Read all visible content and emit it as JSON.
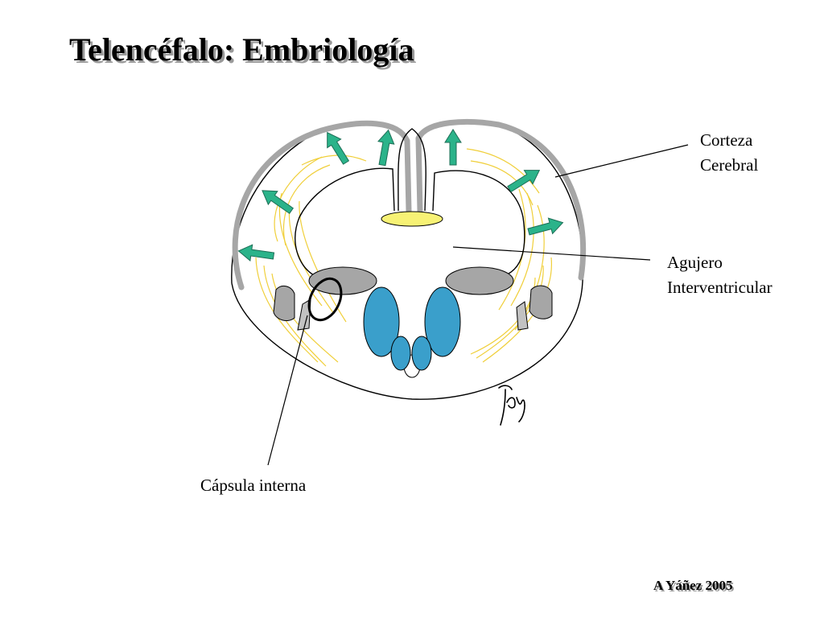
{
  "title": "Telencéfalo: Embriología",
  "labels": {
    "corteza": [
      "Corteza",
      "Cerebral"
    ],
    "agujero": [
      "Agujero",
      "Interventricular"
    ],
    "capsula": "Cápsula interna"
  },
  "credit": "A Yáñez 2005",
  "signature": "Yáñez",
  "colors": {
    "cortex": "#a6a6a6",
    "arrows": "#2bb38a",
    "fibers": "#f0cf3a",
    "basal_nuclei": "#3a9fcb",
    "gray_nuclei": "#a6a6a6",
    "foramen": "#f7f275"
  }
}
